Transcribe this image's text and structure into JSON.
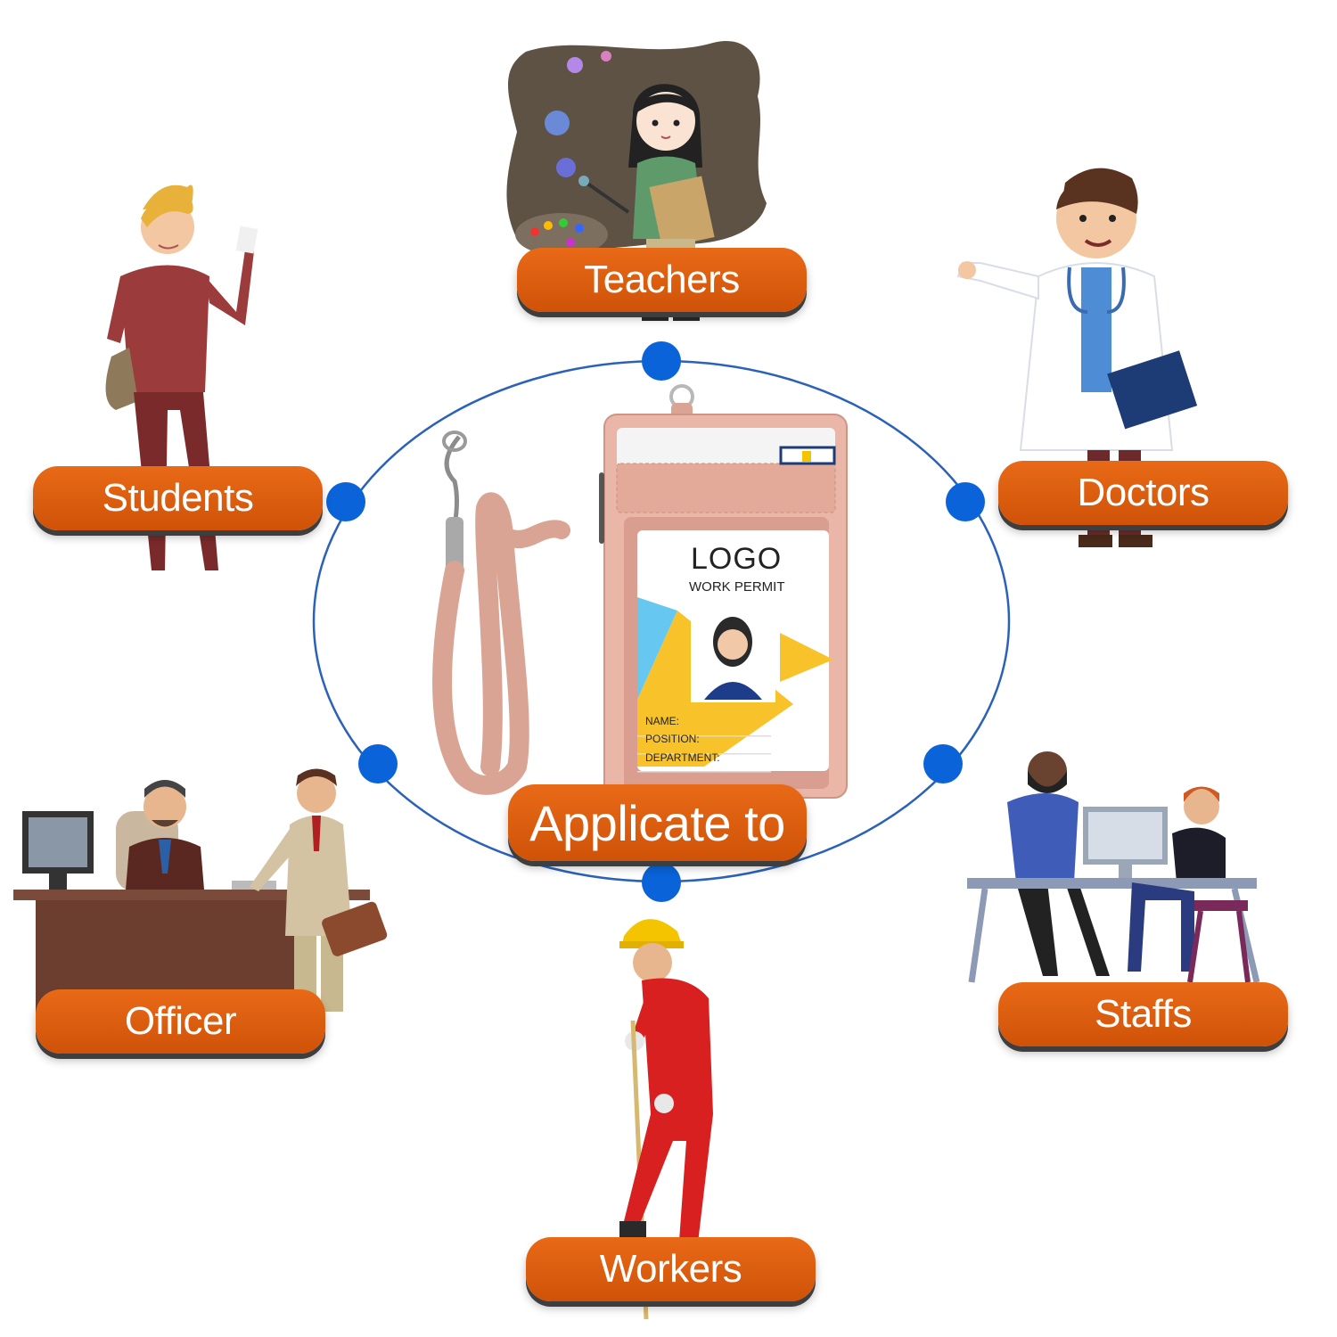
{
  "center": {
    "title": "Applicate to"
  },
  "badge": {
    "logo": "LOGO",
    "permit": "WORK PERMIT",
    "fields": [
      "NAME:",
      "POSITION:",
      "DEPARTMENT:"
    ]
  },
  "groups": {
    "teachers": "Teachers",
    "students": "Students",
    "doctors": "Doctors",
    "officer": "Officer",
    "staffs": "Staffs",
    "workers": "Workers"
  },
  "colors": {
    "pill": "#e0600f",
    "dot": "#0a63d8",
    "ring": "#2b62b8",
    "holder": "#e9b6a8"
  }
}
